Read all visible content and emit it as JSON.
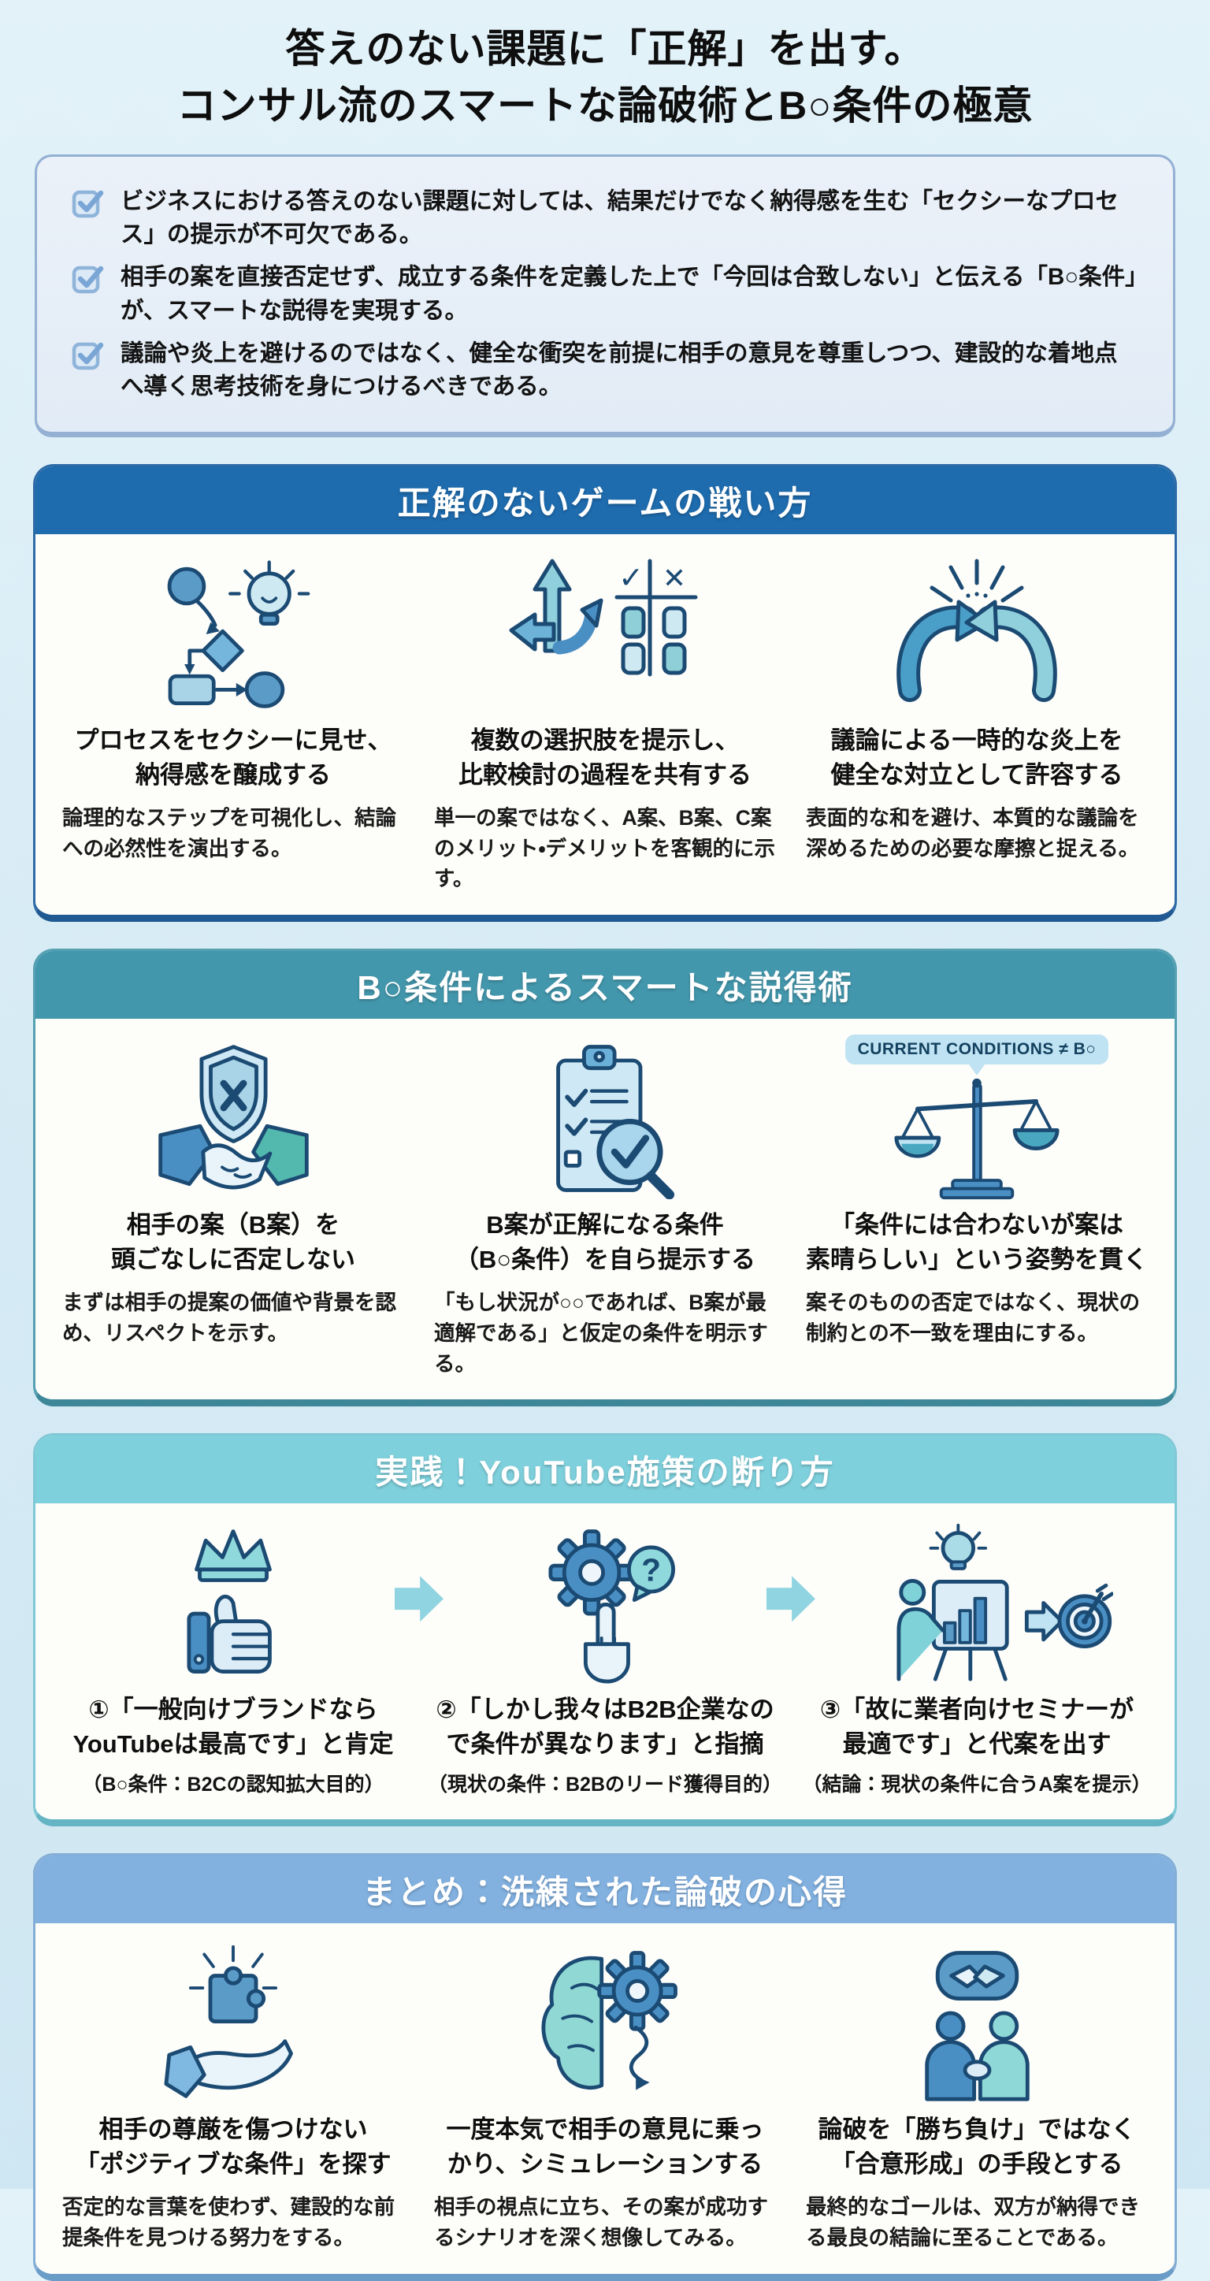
{
  "page": {
    "title_lines": [
      "答えのない課題に「正解」を出す。",
      "コンサル流のスマートな論破術とB○条件の極意"
    ]
  },
  "summary": {
    "items": [
      "ビジネスにおける答えのない課題に対しては、結果だけでなく納得感を生む「セクシーなプロセス」の提示が不可欠である。",
      "相手の案を直接否定せず、成立する条件を定義した上で「今回は合致しない」と伝える「B○条件」が、スマートな説得を実現する。",
      "議論や炎上を避けるのではなく、健全な衝突を前提に相手の意見を尊重しつつ、建設的な着地点へ導く思考技術を身につけるべきである。"
    ]
  },
  "sections": [
    {
      "header": "正解のないゲームの戦い方",
      "header_color": "#1e6bad",
      "columns": [
        {
          "icon": "process-flow-icon",
          "title_lines": [
            "プロセスをセクシーに見せ、",
            "納得感を醸成する"
          ],
          "desc": "論理的なステップを可視化し、結論への必然性を演出する。"
        },
        {
          "icon": "options-comparison-icon",
          "title_lines": [
            "複数の選択肢を提示し、",
            "比較検討の過程を共有する"
          ],
          "desc": "単一の案ではなく、A案、B案、C案のメリット・デメリットを客観的に示す。"
        },
        {
          "icon": "clash-arrows-icon",
          "title_lines": [
            "議論による一時的な炎上を",
            "健全な対立として許容する"
          ],
          "desc": "表面的な和を避け、本質的な議論を深めるための必要な摩擦と捉える。"
        }
      ]
    },
    {
      "header": "B○条件によるスマートな説得術",
      "header_color": "#4397ac",
      "columns": [
        {
          "icon": "shield-handshake-icon",
          "title_lines": [
            "相手の案（B案）を",
            "頭ごなしに否定しない"
          ],
          "desc": "まずは相手の提案の価値や背景を認め、リスペクトを示す。"
        },
        {
          "icon": "checklist-magnifier-icon",
          "title_lines": [
            "B案が正解になる条件",
            "（B○条件）を自ら提示する"
          ],
          "desc": "「もし状況が○○であれば、B案が最適解である」と仮定の条件を明示する。"
        },
        {
          "icon": "balance-scale-icon",
          "bubble": "CURRENT CONDITIONS ≠ B○",
          "title_lines": [
            "「条件には合わないが案は",
            "素晴らしい」という姿勢を貫く"
          ],
          "desc": "案そのものの否定ではなく、現状の制約との不一致を理由にする。"
        }
      ]
    },
    {
      "header": "実践！YouTube施策の断り方",
      "header_color": "#7ed0dc",
      "columns": [
        {
          "icon": "thumbs-up-crown-icon",
          "title_lines": [
            "①「一般向けブランドなら",
            "YouTubeは最高です」と肯定"
          ],
          "sub": "（B○条件：B2Cの認知拡大目的）"
        },
        {
          "icon": "gear-question-icon",
          "title_lines": [
            "②「しかし我々はB2B企業なの",
            "で条件が異なります」と指摘"
          ],
          "sub": "（現状の条件：B2Bのリード獲得目的）"
        },
        {
          "icon": "present-to-target-icon",
          "title_lines": [
            "③「故に業者向けセミナーが",
            "最適です」と代案を出す"
          ],
          "sub": "（結論：現状の条件に合うA案を提示）"
        }
      ]
    },
    {
      "header": "まとめ：洗練された論破の心得",
      "header_color": "#82b1e0",
      "columns": [
        {
          "icon": "puzzle-hand-icon",
          "title_lines": [
            "相手の尊厳を傷つけない",
            "「ポジティブな条件」を探す"
          ],
          "desc": "否定的な言葉を使わず、建設的な前提条件を見つける努力をする。"
        },
        {
          "icon": "brain-gear-icon",
          "title_lines": [
            "一度本気で相手の意見に乗っ",
            "かり、シミュレーションする"
          ],
          "desc": "相手の視点に立ち、その案が成功するシナリオを深く想像してみる。"
        },
        {
          "icon": "consensus-handshake-icon",
          "title_lines": [
            "論破を「勝ち負け」ではなく",
            "「合意形成」の手段とする"
          ],
          "desc": "最終的なゴールは、双方が納得できる最良の結論に至ることである。"
        }
      ]
    }
  ],
  "colors": {
    "page_background": "#d5eaf4",
    "title_text": "#0e0e0e",
    "summary_background": "#e8eff8",
    "summary_border": "#94b0d2",
    "checkbox": "#8fb4da",
    "section1_header": "#1e6bad",
    "section2_header": "#4397ac",
    "section3_header": "#7ed0dc",
    "section4_header": "#82b1e0",
    "card_background": "#fdfdfa",
    "icon_outline": "#1b4a73",
    "step_arrow": "#8fd4e0"
  }
}
